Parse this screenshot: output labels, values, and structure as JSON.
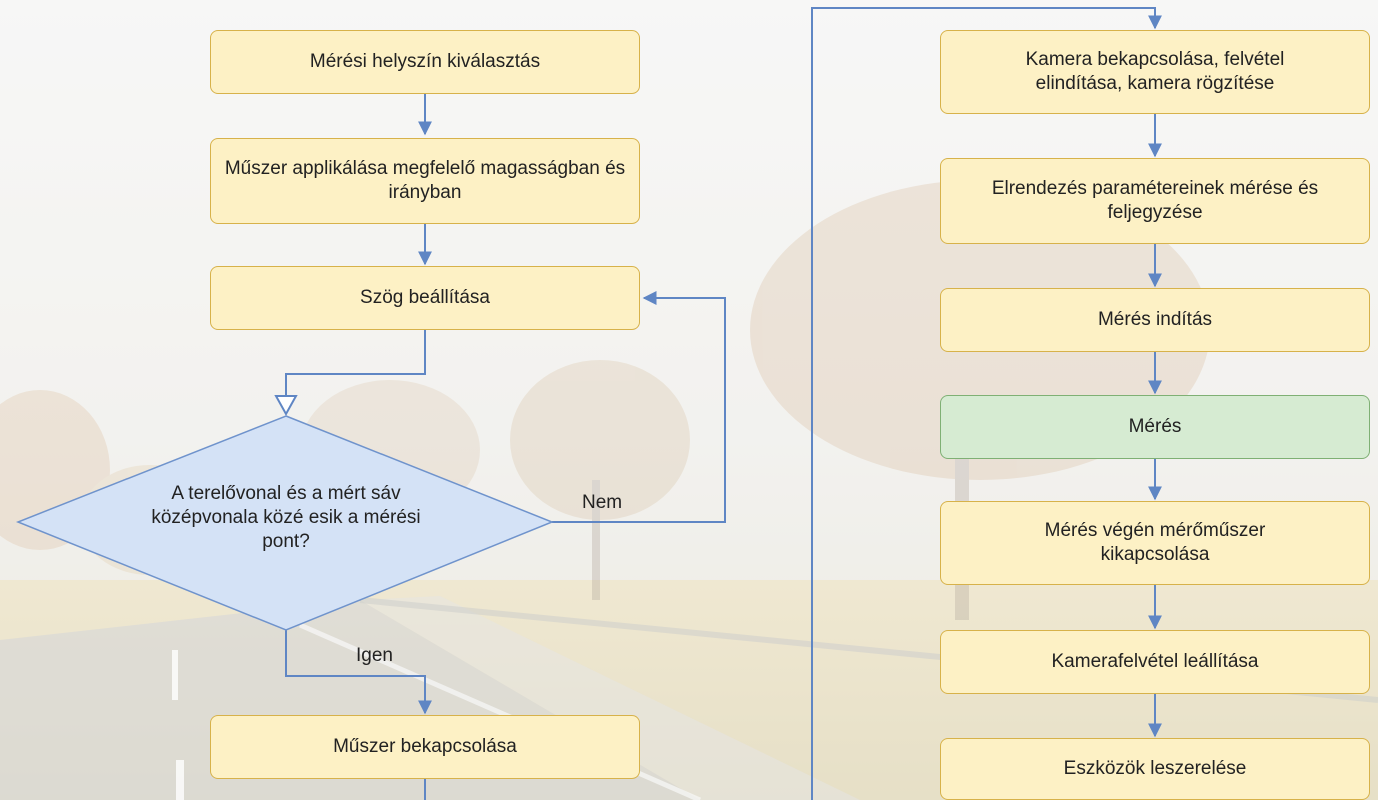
{
  "nodes": {
    "site_selection": "Mérési helyszín kiválasztás",
    "instrument_apply": "Műszer applikálása megfelelő magasságban és irányban",
    "angle_setting": "Szög beállítása",
    "decision": "A terelővonal és a mért sáv középvonala közé esik a mérési pont?",
    "instrument_on": "Műszer bekapcsolása",
    "camera_on": "Kamera bekapcsolása, felvétel elindítása, kamera rögzítése",
    "layout_params": "Elrendezés paramétereinek mérése és feljegyzése",
    "measure_start": "Mérés indítás",
    "measurement": "Mérés",
    "instrument_off": "Mérés végén mérőműszer kikapcsolása",
    "camera_stop": "Kamerafelvétel leállítása",
    "dismantle": "Eszközök leszerelése"
  },
  "edge_labels": {
    "no": "Nem",
    "yes": "Igen"
  },
  "colors": {
    "process_fill": "#fdf1c5",
    "process_border": "#d7b24a",
    "highlight_fill": "#d6ebd2",
    "decision_fill": "#d4e2f6",
    "arrow": "#5f86c4"
  }
}
